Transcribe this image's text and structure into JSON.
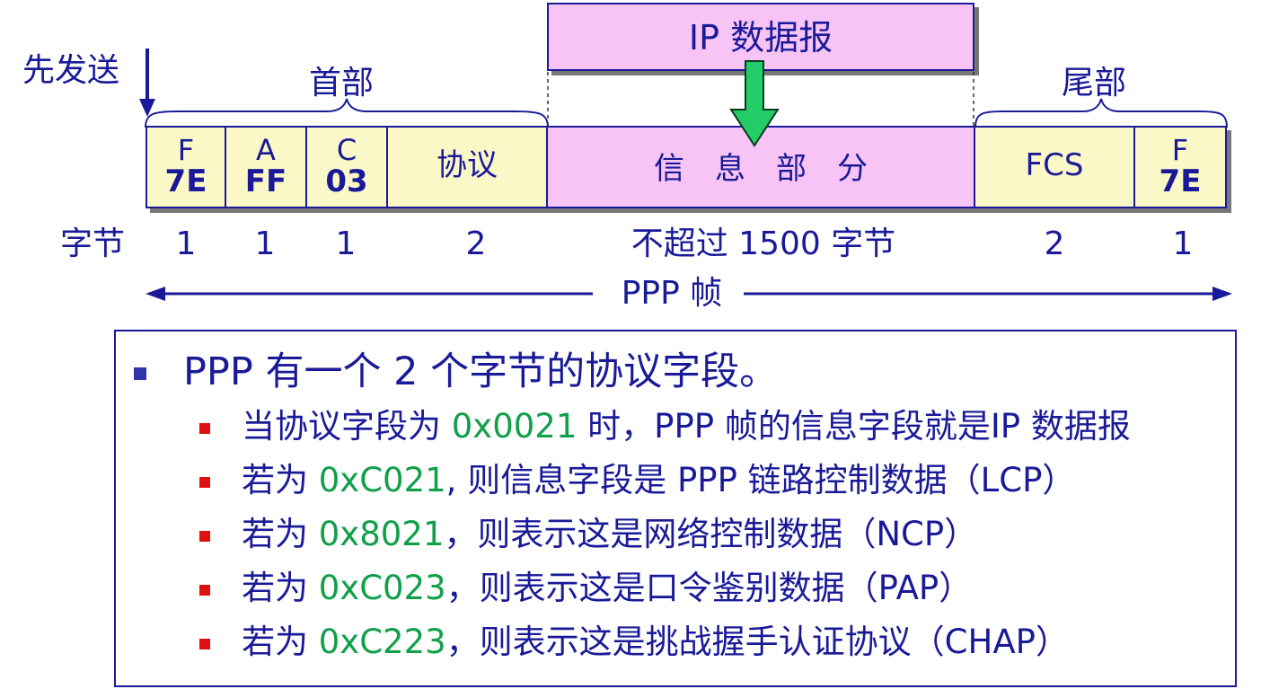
{
  "labels": {
    "send_first": "先发送",
    "header": "首部",
    "trailer": "尾部",
    "ip_datagram": "IP 数据报",
    "bytes_label": "字节",
    "frame": "PPP 帧"
  },
  "fields": [
    {
      "name": "F",
      "value": "7E",
      "bytes": "1"
    },
    {
      "name": "A",
      "value": "FF",
      "bytes": "1"
    },
    {
      "name": "C",
      "value": "03",
      "bytes": "1"
    },
    {
      "name": "协议",
      "value": "",
      "bytes": "2"
    },
    {
      "name": "信　息　部　分",
      "value": "",
      "bytes": "不超过 1500 字节"
    },
    {
      "name": "FCS",
      "value": "",
      "bytes": "2"
    },
    {
      "name": "F",
      "value": "7E",
      "bytes": "1"
    }
  ],
  "notes": {
    "main": "PPP 有一个 2 个字节的协议字段。",
    "items": [
      {
        "before": "当协议字段为 ",
        "code": "0x0021",
        "after": " 时，PPP 帧的信息字段就是IP 数据报"
      },
      {
        "before": "若为 ",
        "code": "0xC021",
        "after": ", 则信息字段是 PPP 链路控制数据（LCP）"
      },
      {
        "before": "若为 ",
        "code": "0x8021",
        "after": "，则表示这是网络控制数据（NCP）"
      },
      {
        "before": "若为 ",
        "code": "0xC023",
        "after": "，则表示这是口令鉴别数据（PAP）"
      },
      {
        "before": "若为 ",
        "code": "0xC223",
        "after": "，则表示这是挑战握手认证协议（CHAP）"
      }
    ]
  },
  "colors": {
    "text": "#1a1a99",
    "field_fill": "#fbf8c8",
    "info_fill": "#f7c4f5",
    "arrow": "#22cc66",
    "code": "#11a04a",
    "sub_bullet": "#e01010"
  }
}
